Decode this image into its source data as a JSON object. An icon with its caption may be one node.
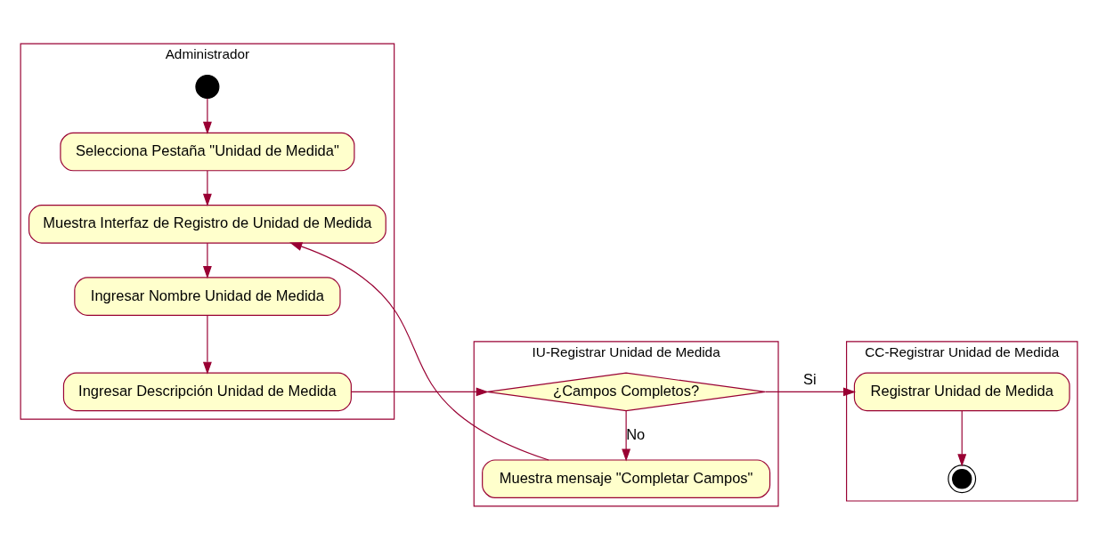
{
  "diagram": {
    "nodes": [
      {
        "text": [
          "Administrador"
        ]
      },
      {
        "text": [
          "IU-Registrar Unidad de Medida"
        ]
      },
      {
        "text": [
          "CC-Registrar Unidad de Medida"
        ]
      },
      {
        "text": [],
        "shape": "circle",
        "in": 0
      },
      {
        "text": [
          "Selecciona Pestaña \"Unidad de Medida\""
        ],
        "in": 0
      },
      {
        "text": [
          "Muestra Interfaz de Registro de Unidad de Medida"
        ],
        "in": 0
      },
      {
        "text": [
          "Ingresar Nombre Unidad de Medida"
        ],
        "in": 0
      },
      {
        "text": [
          "Ingresar Descripción Unidad de Medida"
        ],
        "in": 0
      },
      {
        "text": [
          "¿Campos Completos?"
        ],
        "in": 1
      },
      {
        "text": [
          "Muestra mensaje \"Completar Campos\""
        ],
        "in": 1
      },
      {
        "text": [
          "Registrar Unidad de Medida"
        ],
        "in": 2
      },
      {
        "text": [],
        "shape": "circle",
        "in": 2
      }
    ],
    "edges": [
      {
        "from": 3,
        "to": 4,
        "arrow": "to"
      },
      {
        "from": 4,
        "to": 5,
        "arrow": "to"
      },
      {
        "from": 5,
        "to": 6,
        "arrow": "to"
      },
      {
        "from": 6,
        "to": 7,
        "arrow": "to"
      },
      {
        "from": 7,
        "to": 8,
        "arrow": "to"
      },
      {
        "from": 8,
        "to": 10,
        "arrow": "to",
        "label": "Si"
      },
      {
        "from": 8,
        "to": 9,
        "arrow": "to",
        "label": "No"
      },
      {
        "from": 9,
        "to": 5,
        "arrow": "to"
      },
      {
        "from": 10,
        "to": 11,
        "arrow": "to"
      }
    ]
  }
}
